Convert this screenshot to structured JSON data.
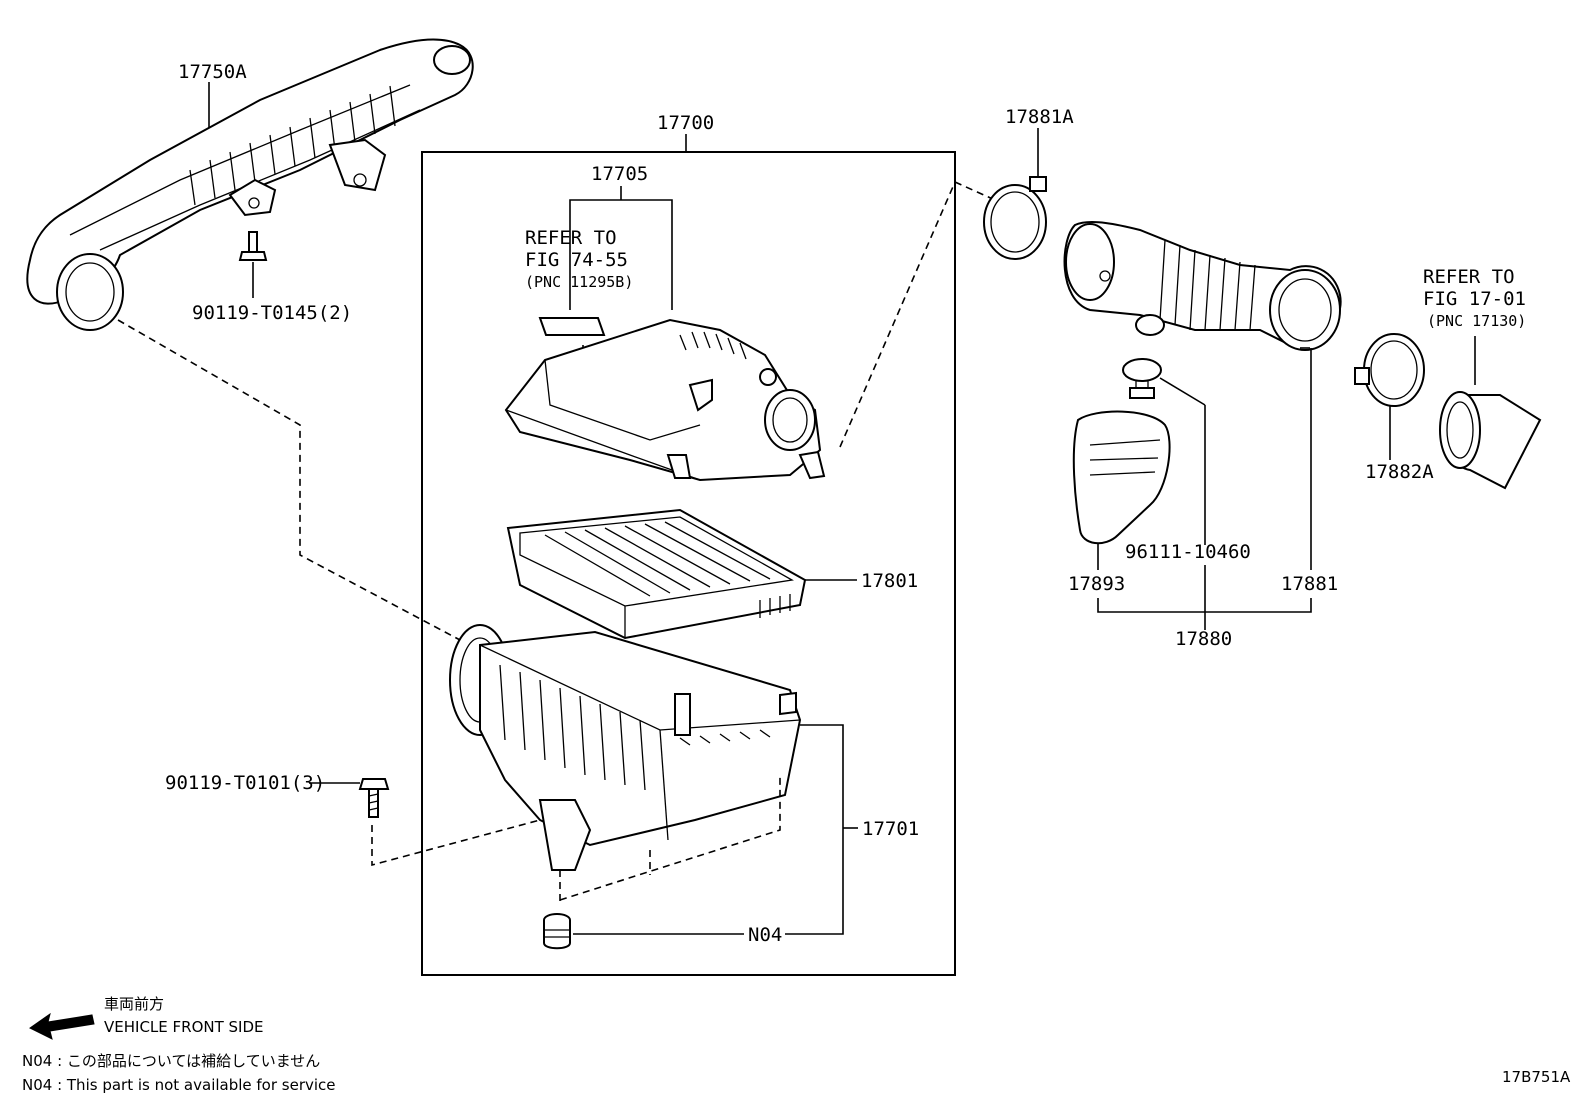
{
  "diagram": {
    "figure_code": "17B751A",
    "labels": {
      "hose_inlet": "17750A",
      "bolt_inlet": "90119-T0145(2)",
      "assembly": "17700",
      "cap_subassy": "17705",
      "refer_cap_1": "REFER TO",
      "refer_cap_2": "FIG 74-55",
      "refer_cap_3": "(PNC 11295B)",
      "element": "17801",
      "case": "17701",
      "bolt_case": "90119-T0101(3)",
      "cushion": "N04",
      "clamp_upper": "17881A",
      "refer_right_1": "REFER TO",
      "refer_right_2": "FIG 17-01",
      "refer_right_3": "(PNC 17130)",
      "clamp_lower": "17882A",
      "clip": "96111-10460",
      "resonator": "17893",
      "hose_outlet": "17881",
      "hose_assembly": "17880"
    },
    "legend": {
      "direction_jp": "車両前方",
      "direction_en": "VEHICLE FRONT SIDE",
      "note_jp": "N04 : この部品については補給していません",
      "note_en": "N04 : This part is not available for service"
    }
  }
}
